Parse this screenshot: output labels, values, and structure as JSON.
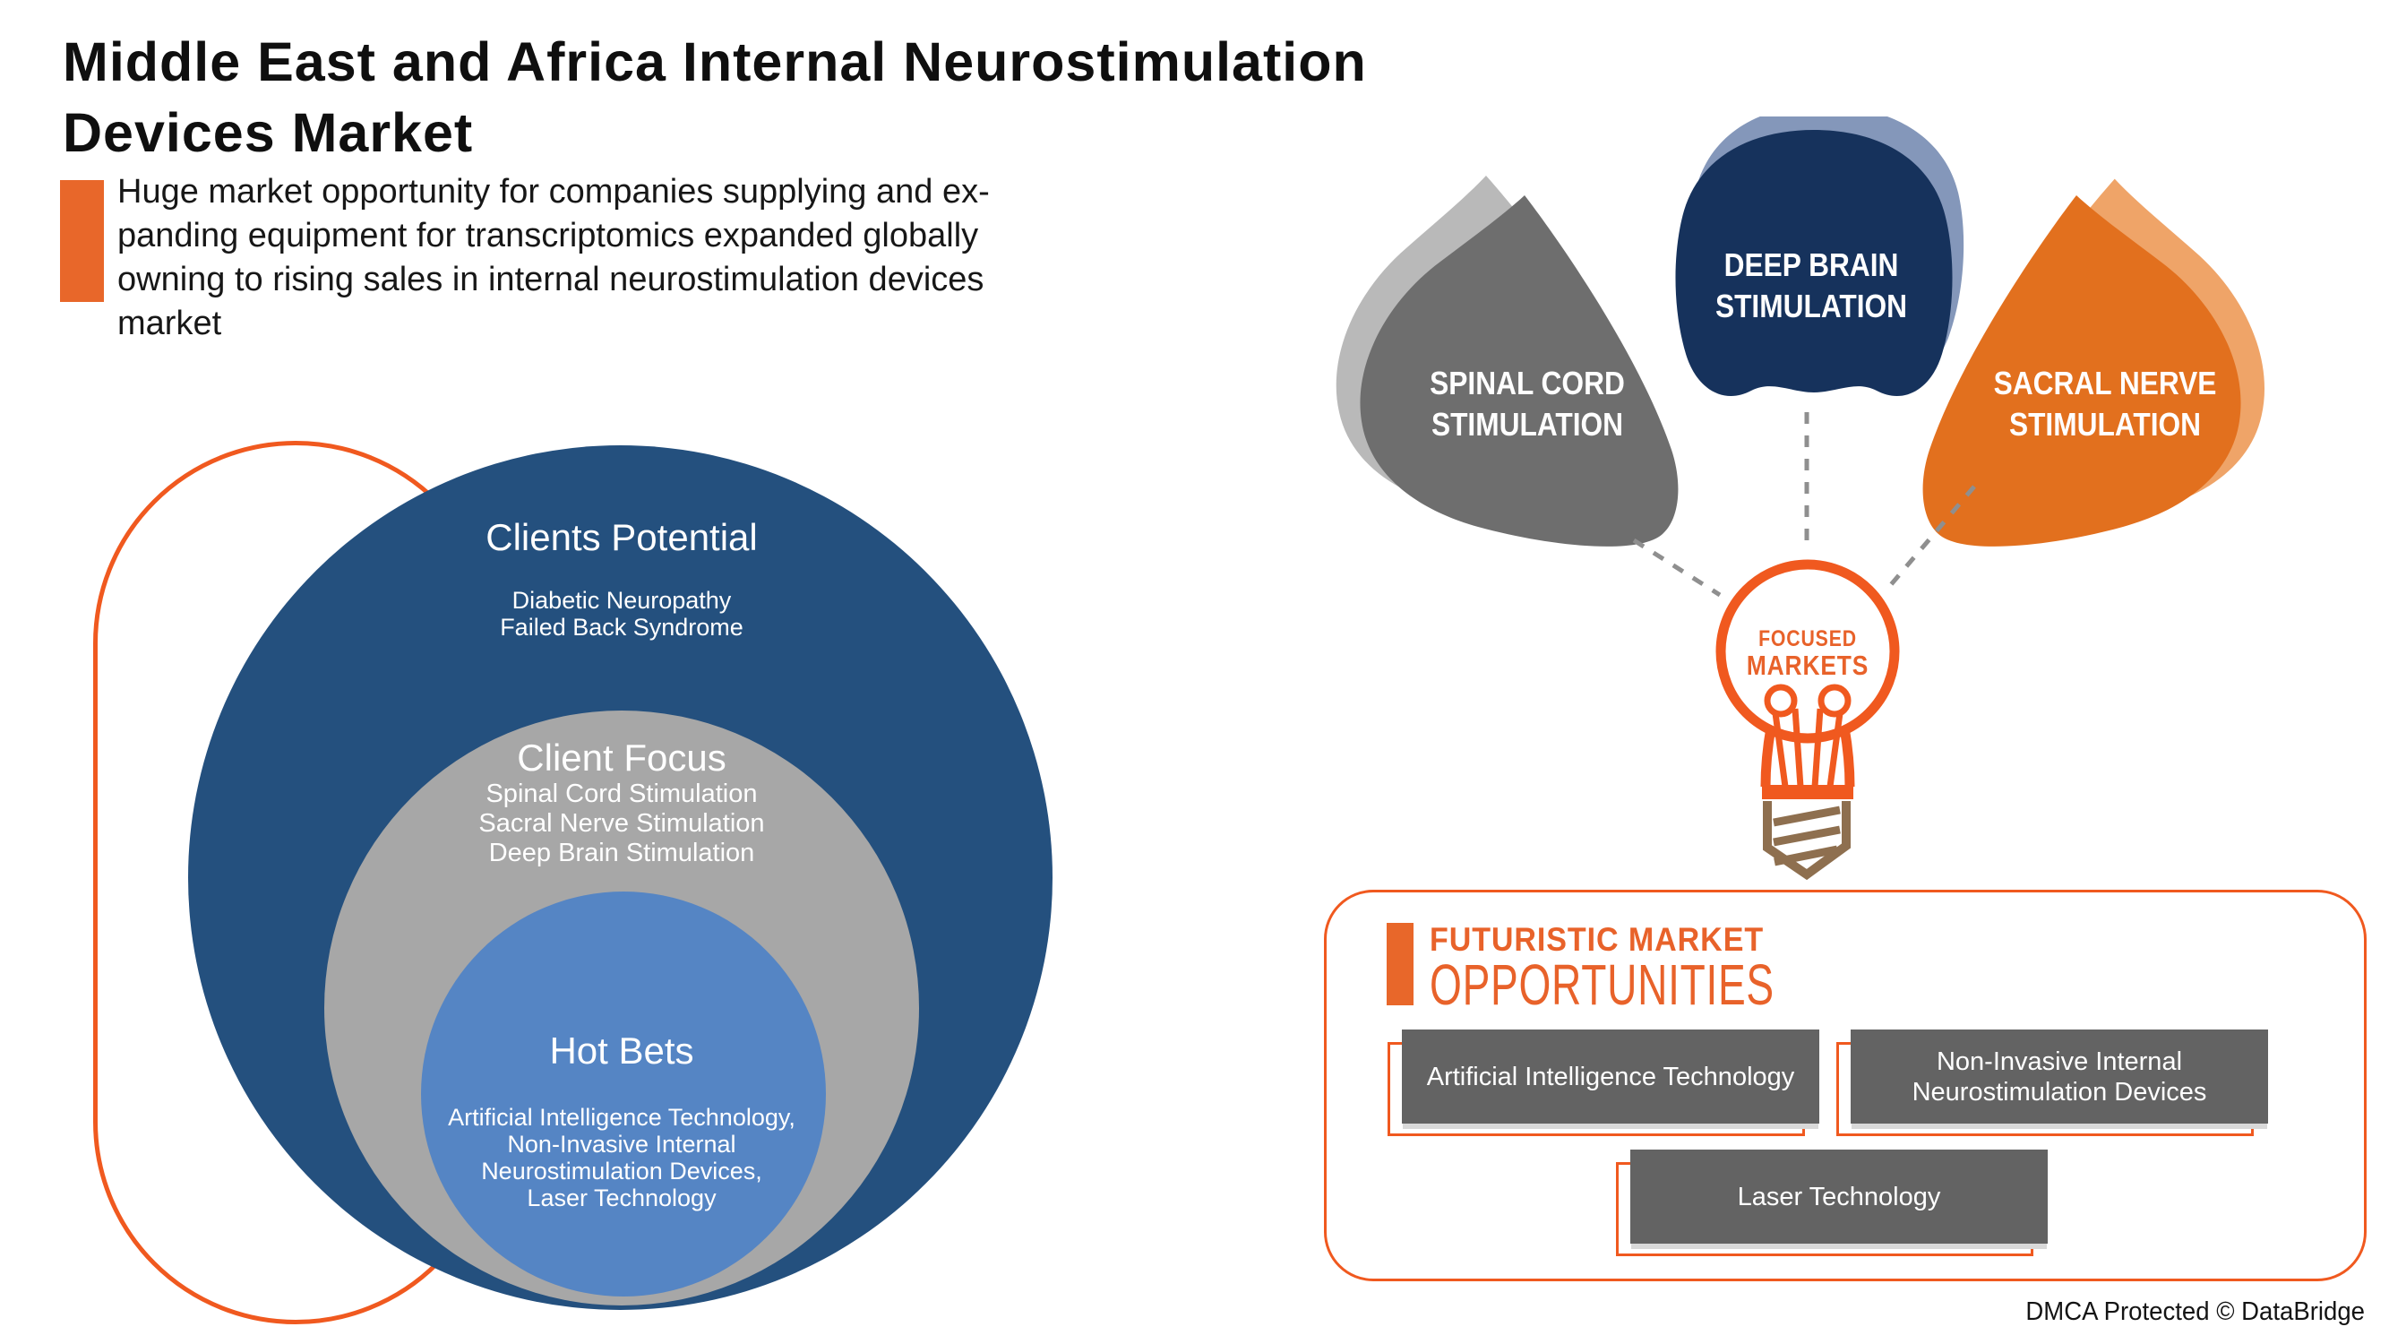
{
  "header": {
    "title_line1": "Middle East and Africa Internal Neurostimulation",
    "title_line2": "Devices Market",
    "subtitle_lines": [
      "Huge market opportunity for companies supplying and ex-",
      "panding equipment for transcriptomics expanded globally",
      "owning to rising sales in internal neurostimulation devices",
      "market"
    ]
  },
  "venn": {
    "outer": {
      "title": "Clients Potential",
      "items": [
        "Diabetic Neuropathy",
        "Failed Back Syndrome"
      ]
    },
    "middle": {
      "title": "Client Focus",
      "items": [
        "Spinal Cord Stimulation",
        "Sacral Nerve Stimulation",
        "Deep Brain Stimulation"
      ]
    },
    "inner": {
      "title": "Hot Bets",
      "items": [
        "Artificial Intelligence Technology,",
        "Non-Invasive Internal",
        "Neurostimulation Devices,",
        "Laser Technology"
      ]
    }
  },
  "focus_segments": {
    "spinal": {
      "line1": "SPINAL CORD",
      "line2": "STIMULATION"
    },
    "deep_brain": {
      "line1": "DEEP BRAIN",
      "line2": "STIMULATION"
    },
    "sacral": {
      "line1": "SACRAL NERVE",
      "line2": "STIMULATION"
    }
  },
  "bulb": {
    "line1": "FOCUSED",
    "line2": "MARKETS"
  },
  "opportunities": {
    "heading_line1": "FUTURISTIC MARKET",
    "heading_line2": "OPPORTUNITIES",
    "boxes": [
      "Artificial Intelligence Technology",
      "Non-Invasive Internal Neurostimulation Devices",
      "Laser Technology"
    ]
  },
  "footer": {
    "dmca": "DMCA Protected © DataBridge"
  },
  "colors": {
    "accent_orange": "#e8622a",
    "accent_bar_orange": "#e8672a",
    "outline_orange": "#f0591f",
    "navy_blob": "#16325c",
    "navy_blob_shadow": "#8497ba",
    "gray_blob": "#6e6e6e",
    "gray_blob_shadow": "#b9b9b9",
    "orange_blob": "#e2701e",
    "orange_blob_shadow": "#efa468",
    "venn_outer_blue": "#24507e",
    "venn_middle_gray": "#a7a7a7",
    "venn_inner_blue": "#5585c4",
    "box_gray": "#636363",
    "bulb_base_brown": "#8e6f4f",
    "dash_gray": "#8f8f8f",
    "text_black": "#0f0f0f",
    "text_white": "#ffffff"
  }
}
